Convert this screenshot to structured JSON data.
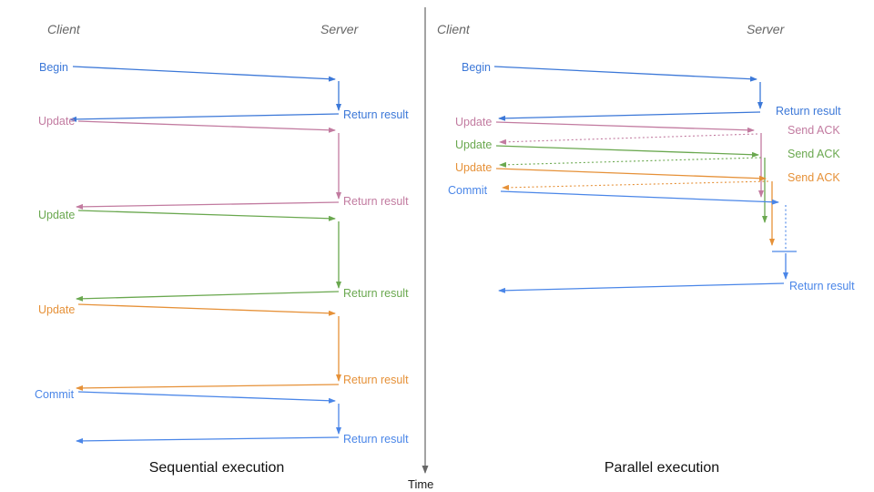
{
  "colors": {
    "blue": "#3c78d8",
    "blue2": "#4a86e8",
    "pink": "#c27ba0",
    "green": "#6aa84f",
    "orange": "#e69138",
    "axis": "#666666",
    "heading": "#666666",
    "caption": "#111111"
  },
  "sequential": {
    "caption": "Sequential execution",
    "client_label": "Client",
    "server_label": "Server",
    "operations": [
      {
        "request": "Begin",
        "response": "Return result"
      },
      {
        "request": "Update",
        "response": "Return result"
      },
      {
        "request": "Update",
        "response": "Return result"
      },
      {
        "request": "Update",
        "response": "Return result"
      },
      {
        "request": "Commit",
        "response": "Return result"
      }
    ]
  },
  "parallel": {
    "caption": "Parallel execution",
    "client_label": "Client",
    "server_label": "Server",
    "operations": [
      {
        "request": "Begin",
        "response": "Return result"
      },
      {
        "request": "Update",
        "response": "Send ACK"
      },
      {
        "request": "Update",
        "response": "Send ACK"
      },
      {
        "request": "Update",
        "response": "Send ACK"
      },
      {
        "request": "Commit",
        "response": "Return result"
      }
    ]
  },
  "time_axis": {
    "label": "Time"
  }
}
